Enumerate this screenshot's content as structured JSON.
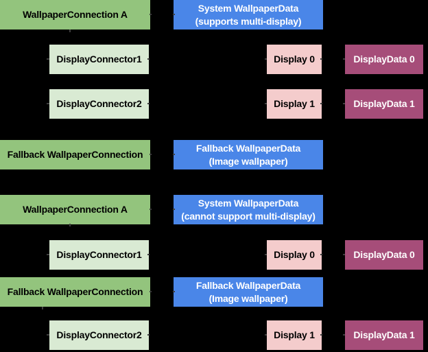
{
  "colors": {
    "background": "#000000",
    "green": "#93c47d",
    "lightgreen": "#d9ead3",
    "blue": "#4a86e8",
    "pink": "#f4cccc",
    "magenta": "#a64d79",
    "textdark": "#000000",
    "textlight": "#ffffff"
  },
  "scenario_multi_display": {
    "wallpaper_connection": "WallpaperConnection A",
    "system_wallpaper_data": "System WallpaperData\n(supports multi-display)",
    "display_connector_1": "DisplayConnector1",
    "display_0": "Display 0",
    "display_data_0": "DisplayData 0",
    "display_connector_2": "DisplayConnector2",
    "display_1": "Display 1",
    "display_data_1": "DisplayData 1",
    "fallback_wallpaper_connection": "Fallback WallpaperConnection",
    "fallback_wallpaper_data": "Fallback WallpaperData\n(Image wallpaper)"
  },
  "scenario_no_multi_display": {
    "wallpaper_connection": "WallpaperConnection A",
    "system_wallpaper_data": "System WallpaperData\n(cannot support multi-display)",
    "display_connector_1": "DisplayConnector1",
    "display_0": "Display 0",
    "display_data_0": "DisplayData 0",
    "fallback_wallpaper_connection": "Fallback WallpaperConnection",
    "fallback_wallpaper_data": "Fallback WallpaperData\n(Image wallpaper)",
    "display_connector_2": "DisplayConnector2",
    "display_1": "Display 1",
    "display_data_1": "DisplayData 1"
  }
}
